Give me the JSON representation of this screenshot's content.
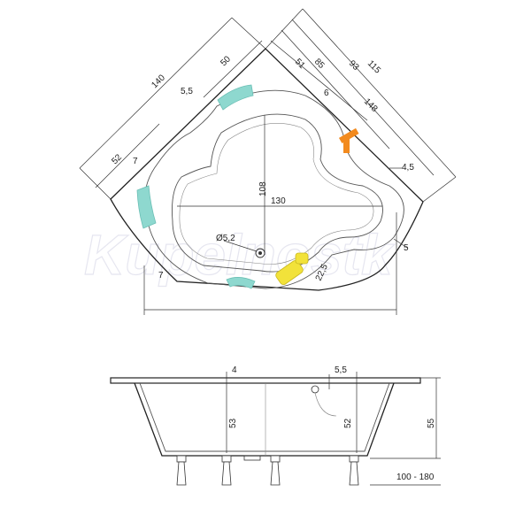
{
  "watermark": "Kupelnostk",
  "top_view": {
    "dims": {
      "d140": "140",
      "d50": "50",
      "d5_5": "5,5",
      "d52": "52",
      "d7a": "7",
      "d51": "51",
      "d85": "85",
      "d93": "93",
      "d115": "115",
      "d148": "148",
      "d6": "6",
      "d4_5": "4,5",
      "d108": "108",
      "d130": "130",
      "dia": "Ø5,2",
      "d5": "5",
      "d22_5": "22,5",
      "d7b": "7"
    },
    "colors": {
      "headrest": "#8ed8cf",
      "faucet": "#f28a1e",
      "handle": "#f2e23a"
    }
  },
  "side_view": {
    "dims": {
      "d4": "4",
      "d5_5": "5,5",
      "d53": "53",
      "d52": "52",
      "d55": "55",
      "legs": "100 - 180"
    }
  }
}
